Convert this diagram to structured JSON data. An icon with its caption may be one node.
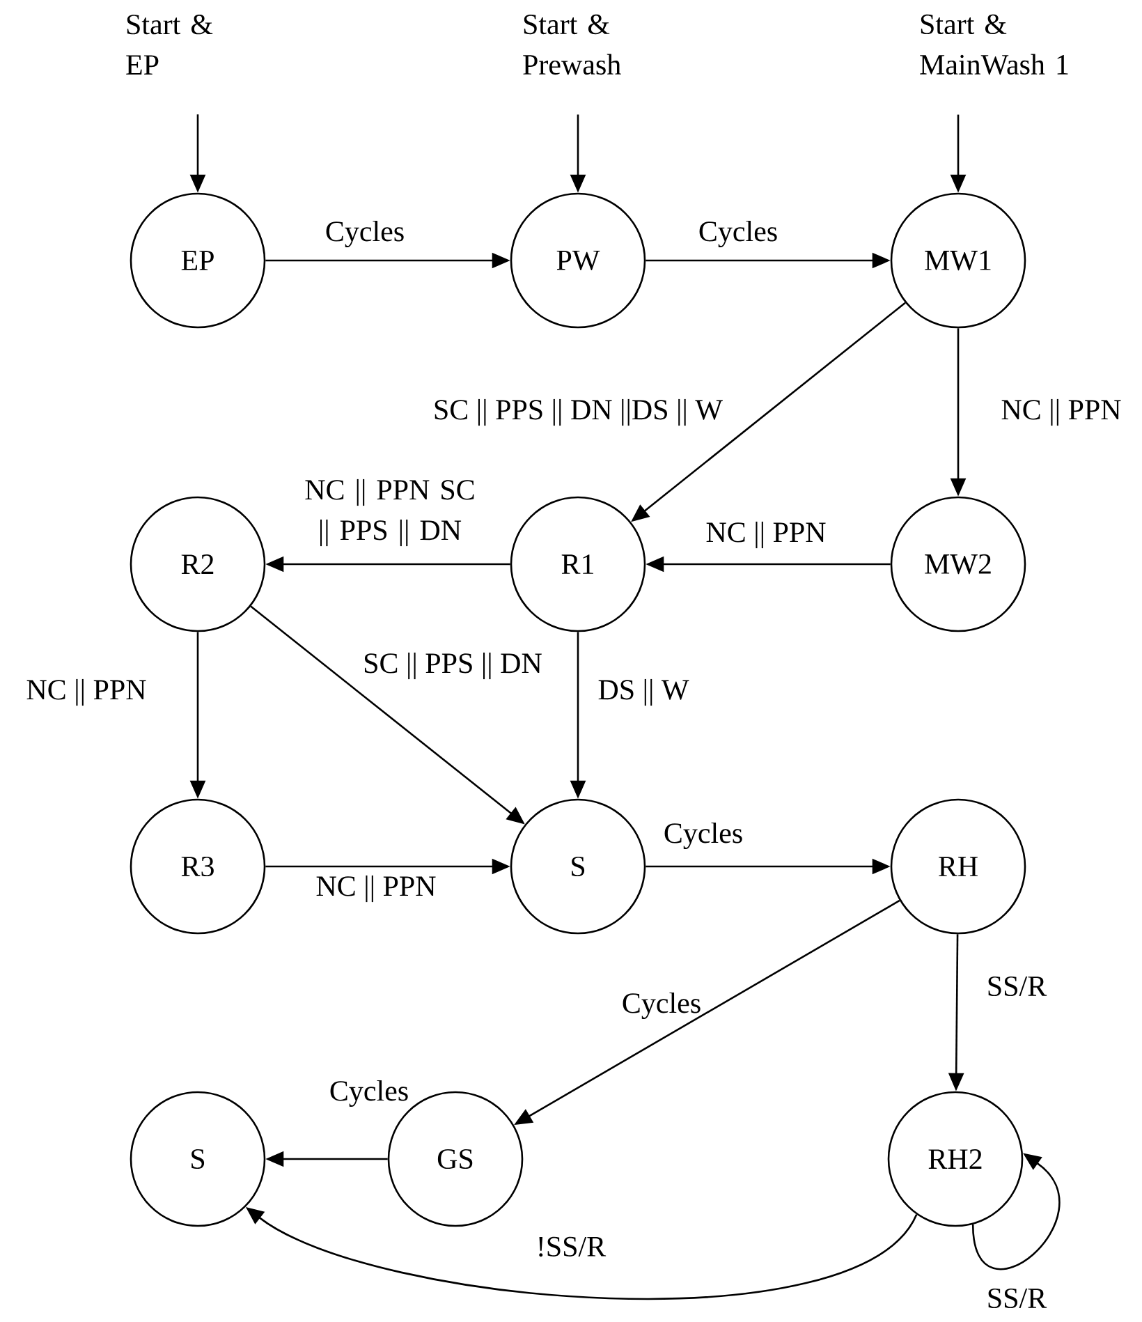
{
  "diagram": {
    "nodes": [
      {
        "text": [
          "Start & EP"
        ]
      },
      {
        "text": [
          "Start & Prewash"
        ]
      },
      {
        "text": [
          "Start & MainWash 1"
        ]
      },
      {
        "text": [
          "EP"
        ]
      },
      {
        "text": [
          "PW"
        ]
      },
      {
        "text": [
          "MW1"
        ]
      },
      {
        "text": [
          "R2"
        ]
      },
      {
        "text": [
          "R1"
        ]
      },
      {
        "text": [
          "MW2"
        ]
      },
      {
        "text": [
          "R3"
        ]
      },
      {
        "text": [
          "S"
        ]
      },
      {
        "text": [
          "RH"
        ]
      },
      {
        "text": [
          "S"
        ]
      },
      {
        "text": [
          "GS"
        ]
      },
      {
        "text": [
          "RH2"
        ]
      }
    ],
    "edges": [
      {
        "from": 0,
        "to": 3,
        "arrow": "to"
      },
      {
        "from": 1,
        "to": 4,
        "arrow": "to"
      },
      {
        "from": 2,
        "to": 5,
        "arrow": "to"
      },
      {
        "from": 3,
        "to": 4,
        "arrow": "to",
        "label": "Cycles"
      },
      {
        "from": 4,
        "to": 5,
        "arrow": "to",
        "label": "Cycles"
      },
      {
        "from": 5,
        "to": 7,
        "arrow": "to",
        "label": "SC || PPS || DN ||DS || W"
      },
      {
        "from": 5,
        "to": 8,
        "arrow": "to",
        "label": "NC || PPN"
      },
      {
        "from": 8,
        "to": 7,
        "arrow": "to",
        "label": "NC || PPN"
      },
      {
        "from": 7,
        "to": 6,
        "arrow": "to",
        "label": "NC || PPN SC || PPS || DN"
      },
      {
        "from": 6,
        "to": 10,
        "arrow": "to",
        "label": "SC || PPS || DN"
      },
      {
        "from": 7,
        "to": 10,
        "arrow": "to",
        "label": "DS || W"
      },
      {
        "from": 6,
        "to": 9,
        "arrow": "to",
        "label": "NC || PPN"
      },
      {
        "from": 9,
        "to": 10,
        "arrow": "to",
        "label": "NC || PPN"
      },
      {
        "from": 10,
        "to": 11,
        "arrow": "to",
        "label": "Cycles"
      },
      {
        "from": 11,
        "to": 13,
        "arrow": "to",
        "label": "Cycles"
      },
      {
        "from": 11,
        "to": 14,
        "arrow": "to",
        "label": "SS/R"
      },
      {
        "from": 13,
        "to": 12,
        "arrow": "to",
        "label": "Cycles"
      },
      {
        "from": 14,
        "to": 12,
        "arrow": "to",
        "label": "!SS/R"
      },
      {
        "from": 14,
        "to": 14,
        "arrow": "to",
        "label": "SS/R"
      }
    ]
  }
}
